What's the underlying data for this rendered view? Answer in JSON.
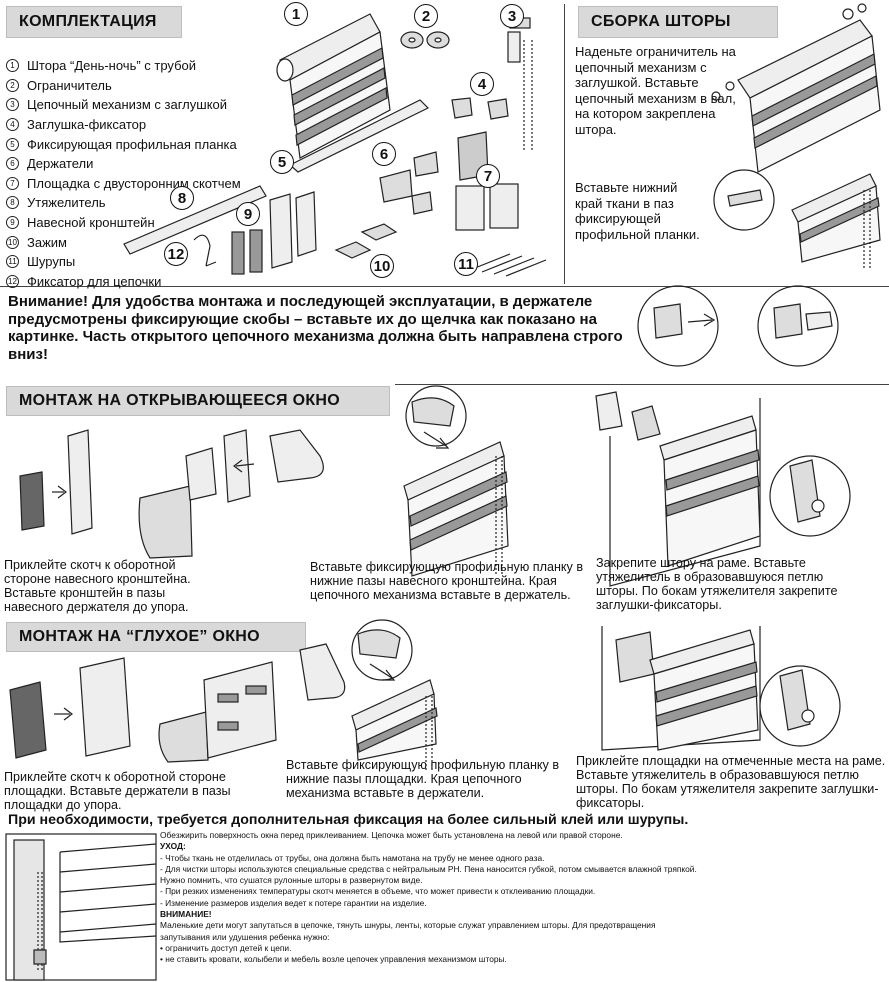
{
  "sections": {
    "kit": "КОМПЛЕКТАЦИЯ",
    "assembly": "СБОРКА ШТОРЫ",
    "opening": "МОНТАЖ НА ОТКРЫВАЮЩЕЕСЯ ОКНО",
    "fixed": "МОНТАЖ НА “ГЛУХОЕ” ОКНО"
  },
  "kit_items": [
    {
      "n": "1",
      "label": "Штора “День-ночь” с трубой"
    },
    {
      "n": "2",
      "label": "Ограничитель"
    },
    {
      "n": "3",
      "label": "Цепочный механизм с заглушкой"
    },
    {
      "n": "4",
      "label": "Заглушка-фиксатор"
    },
    {
      "n": "5",
      "label": "Фиксирующая профильная планка"
    },
    {
      "n": "6",
      "label": "Держатели"
    },
    {
      "n": "7",
      "label": "Площадка с двусторонним скотчем"
    },
    {
      "n": "8",
      "label": "Утяжелитель"
    },
    {
      "n": "9",
      "label": "Навесной кронштейн"
    },
    {
      "n": "10",
      "label": "Зажим"
    },
    {
      "n": "11",
      "label": "Шурупы"
    },
    {
      "n": "12",
      "label": "Фиксатор для цепочки"
    }
  ],
  "callouts": [
    "1",
    "2",
    "3",
    "4",
    "5",
    "6",
    "7",
    "8",
    "9",
    "10",
    "11",
    "12"
  ],
  "assembly_text_1": "Наденьте ограничитель на цепочный механизм с заглушкой. Вставьте цепочный механизм в вал, на котором закреплена штора.",
  "assembly_text_2": "Вставьте нижний край ткани в паз фиксирующей профильной планки.",
  "warning": "Внимание! Для удобства монтажа и последующей эксплуатации, в держателе предусмотрены фиксирующие скобы – вставьте их до щелчка как показано на картинке. Часть открытого цепочного механизма должна быть направлена строго вниз!",
  "opening_steps": [
    "Приклейте скотч к оборотной стороне навесного кронштейна. Вставьте кронштейн в пазы навесного держателя до упора.",
    "Вставьте фиксирующую профильную планку в нижние пазы навесного кронштейна. Края цепочного механизма вставьте в держатель.",
    "Закрепите штору на раме. Вставьте утяжелитель в образовавшуюся петлю шторы. По бокам утяжелителя закрепите заглушки-фиксаторы."
  ],
  "fixed_steps": [
    "Приклейте скотч к оборотной стороне площадки. Вставьте держатели в пазы площадки до упора.",
    "Вставьте фиксирующую профильную планку в нижние пазы площадки. Края цепочного механизма вставьте в держатели.",
    "Приклейте площадки на отмеченные места на раме. Вставьте утяжелитель в образовавшуюся петлю шторы. По бокам утяжелителя закрепите заглушки-фиксаторы."
  ],
  "extra_fix": "При необходимости, требуется дополнительная фиксация на более сильный клей или шурупы.",
  "notes": {
    "line1": "Обезжирить поверхность окна перед приклеиванием. Цепочка может быть установлена на левой или правой стороне.",
    "care_title": "УХОД:",
    "care": [
      "- Чтобы ткань не отделилась от трубы, она должна быть намотана на трубу не менее одного раза.",
      "- Для чистки шторы используются специальные средства с нейтральным PH. Пена наносится губкой, потом смывается влажной тряпкой.",
      "Нужно помнить, что сушатся рулонные шторы в развернутом виде.",
      "- При резких изменениях температуры скотч меняется в объеме, что может привести к отклеиванию площадки.",
      "- Изменение размеров изделия ведет к потере гарантии на изделие."
    ],
    "warn_title": "ВНИМАНИЕ!",
    "warn": [
      "Маленькие дети могут запутаться в цепочке, тянуть шнуры, ленты, которые служат управлением шторы.  Для предотвращения",
      "запутывания или удушения ребенка нужно:",
      "• ограничить доступ детей к цепи.",
      "• не ставить кровати, колыбели и мебель  возле цепочек управления механизмом шторы."
    ]
  }
}
